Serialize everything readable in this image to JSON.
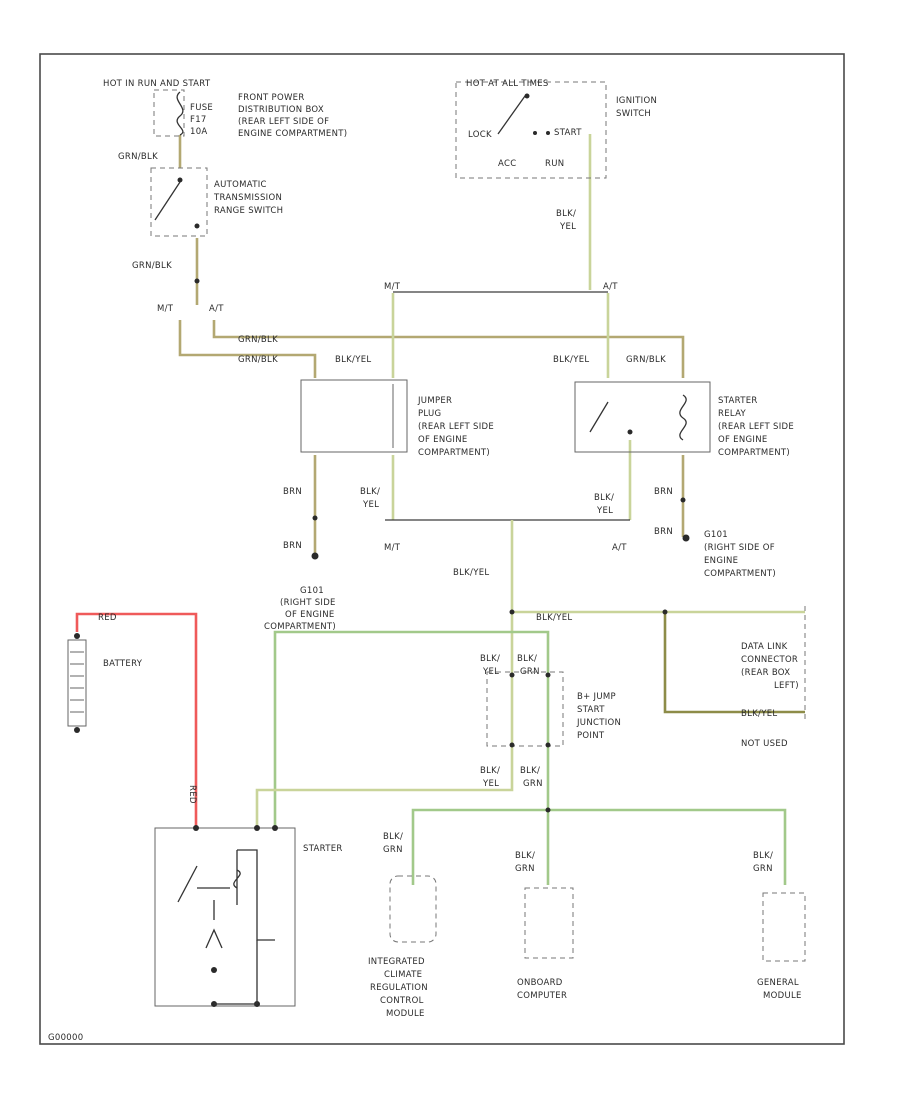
{
  "labels": {
    "hot_in_start": "HOT IN RUN AND START",
    "fuse": "FUSE",
    "fuse_num": "F17",
    "fuse_amp": "10A",
    "fuse_box": [
      "FRONT POWER",
      "DISTRIBUTION BOX",
      "(REAR LEFT SIDE OF",
      "ENGINE COMPARTMENT)"
    ],
    "w_grn_blk_1": "GRN/BLK",
    "auto_trans": [
      "AUTOMATIC",
      "TRANSMISSION",
      "RANGE SWITCH"
    ],
    "w_grn_blk_2": "GRN/BLK",
    "mt_1": "M/T",
    "at_1": "A/T",
    "w_grn_blk_3": "GRN/BLK",
    "w_grn_blk_4": "GRN/BLK",
    "hot_at_all_times": "HOT AT ALL TIMES",
    "lock": "LOCK",
    "start": "START",
    "acc": "ACC",
    "run": "RUN",
    "ignition": [
      "IGNITION",
      "SWITCH"
    ],
    "w_blk_yel_top": [
      "BLK/",
      "YEL"
    ],
    "mt_2": "M/T",
    "at_2": "A/T",
    "w_blk_yel_jp": "BLK/YEL",
    "jumper": [
      "JUMPER",
      "PLUG",
      "(REAR LEFT SIDE",
      "OF ENGINE",
      "COMPARTMENT)"
    ],
    "w_blk_yel_sr": "BLK/YEL",
    "w_grn_blk_sr": "GRN/BLK",
    "starter_relay": [
      "STARTER",
      "RELAY",
      "(REAR LEFT SIDE",
      "OF ENGINE",
      "COMPARTMENT)"
    ],
    "w_brn_1": "BRN",
    "w_brn_2": "BRN",
    "w_blk_yel_jp2": [
      "BLK/",
      "YEL"
    ],
    "w_blk_yel_sr2": [
      "BLK/",
      "YEL"
    ],
    "w_brn_3": "BRN",
    "w_brn_4": "BRN",
    "mt_3": "M/T",
    "at_3": "A/T",
    "g101": [
      "G101",
      "(RIGHT SIDE OF",
      "ENGINE",
      "COMPARTMENT)"
    ],
    "w_blk_yel_mid": "BLK/YEL",
    "g101_left": [
      "G101",
      "(RIGHT SIDE",
      "OF ENGINE",
      "COMPARTMENT)"
    ],
    "w_red_1": "RED",
    "battery": "BATTERY",
    "w_blk_yel_dlc": "BLK/YEL",
    "dlc": [
      "DATA LINK",
      "CONNECTOR",
      "(REAR BOX",
      "LEFT)"
    ],
    "w_blk_yel_nu": "BLK/YEL",
    "not_used": "NOT USED",
    "w_blk_yel_j1": [
      "BLK/",
      "YEL"
    ],
    "w_blk_grn_j1": [
      "BLK/",
      "GRN"
    ],
    "jump_start": [
      "B+ JUMP",
      "START",
      "JUNCTION",
      "POINT"
    ],
    "w_blk_yel_j2": [
      "BLK/",
      "YEL"
    ],
    "w_blk_grn_j2": [
      "BLK/",
      "GRN"
    ],
    "w_red_2": "RED",
    "starter": "STARTER",
    "w_blk_grn_a": [
      "BLK/",
      "GRN"
    ],
    "w_blk_grn_b": [
      "BLK/",
      "GRN"
    ],
    "w_blk_grn_c": [
      "BLK/",
      "GRN"
    ],
    "icrc": [
      "INTEGRATED",
      "CLIMATE",
      "REGULATION",
      "CONTROL",
      "MODULE"
    ],
    "onboard": [
      "ONBOARD",
      "COMPUTER"
    ],
    "general": [
      "GENERAL",
      "MODULE"
    ],
    "figure_id": "G00000"
  },
  "colors": {
    "yellow_wire": "#c9d49a",
    "tan_wire": "#b3a872",
    "red_wire": "#ef5a5a",
    "green_wire": "#a2c98a",
    "olive_wire": "#8d8c48"
  }
}
